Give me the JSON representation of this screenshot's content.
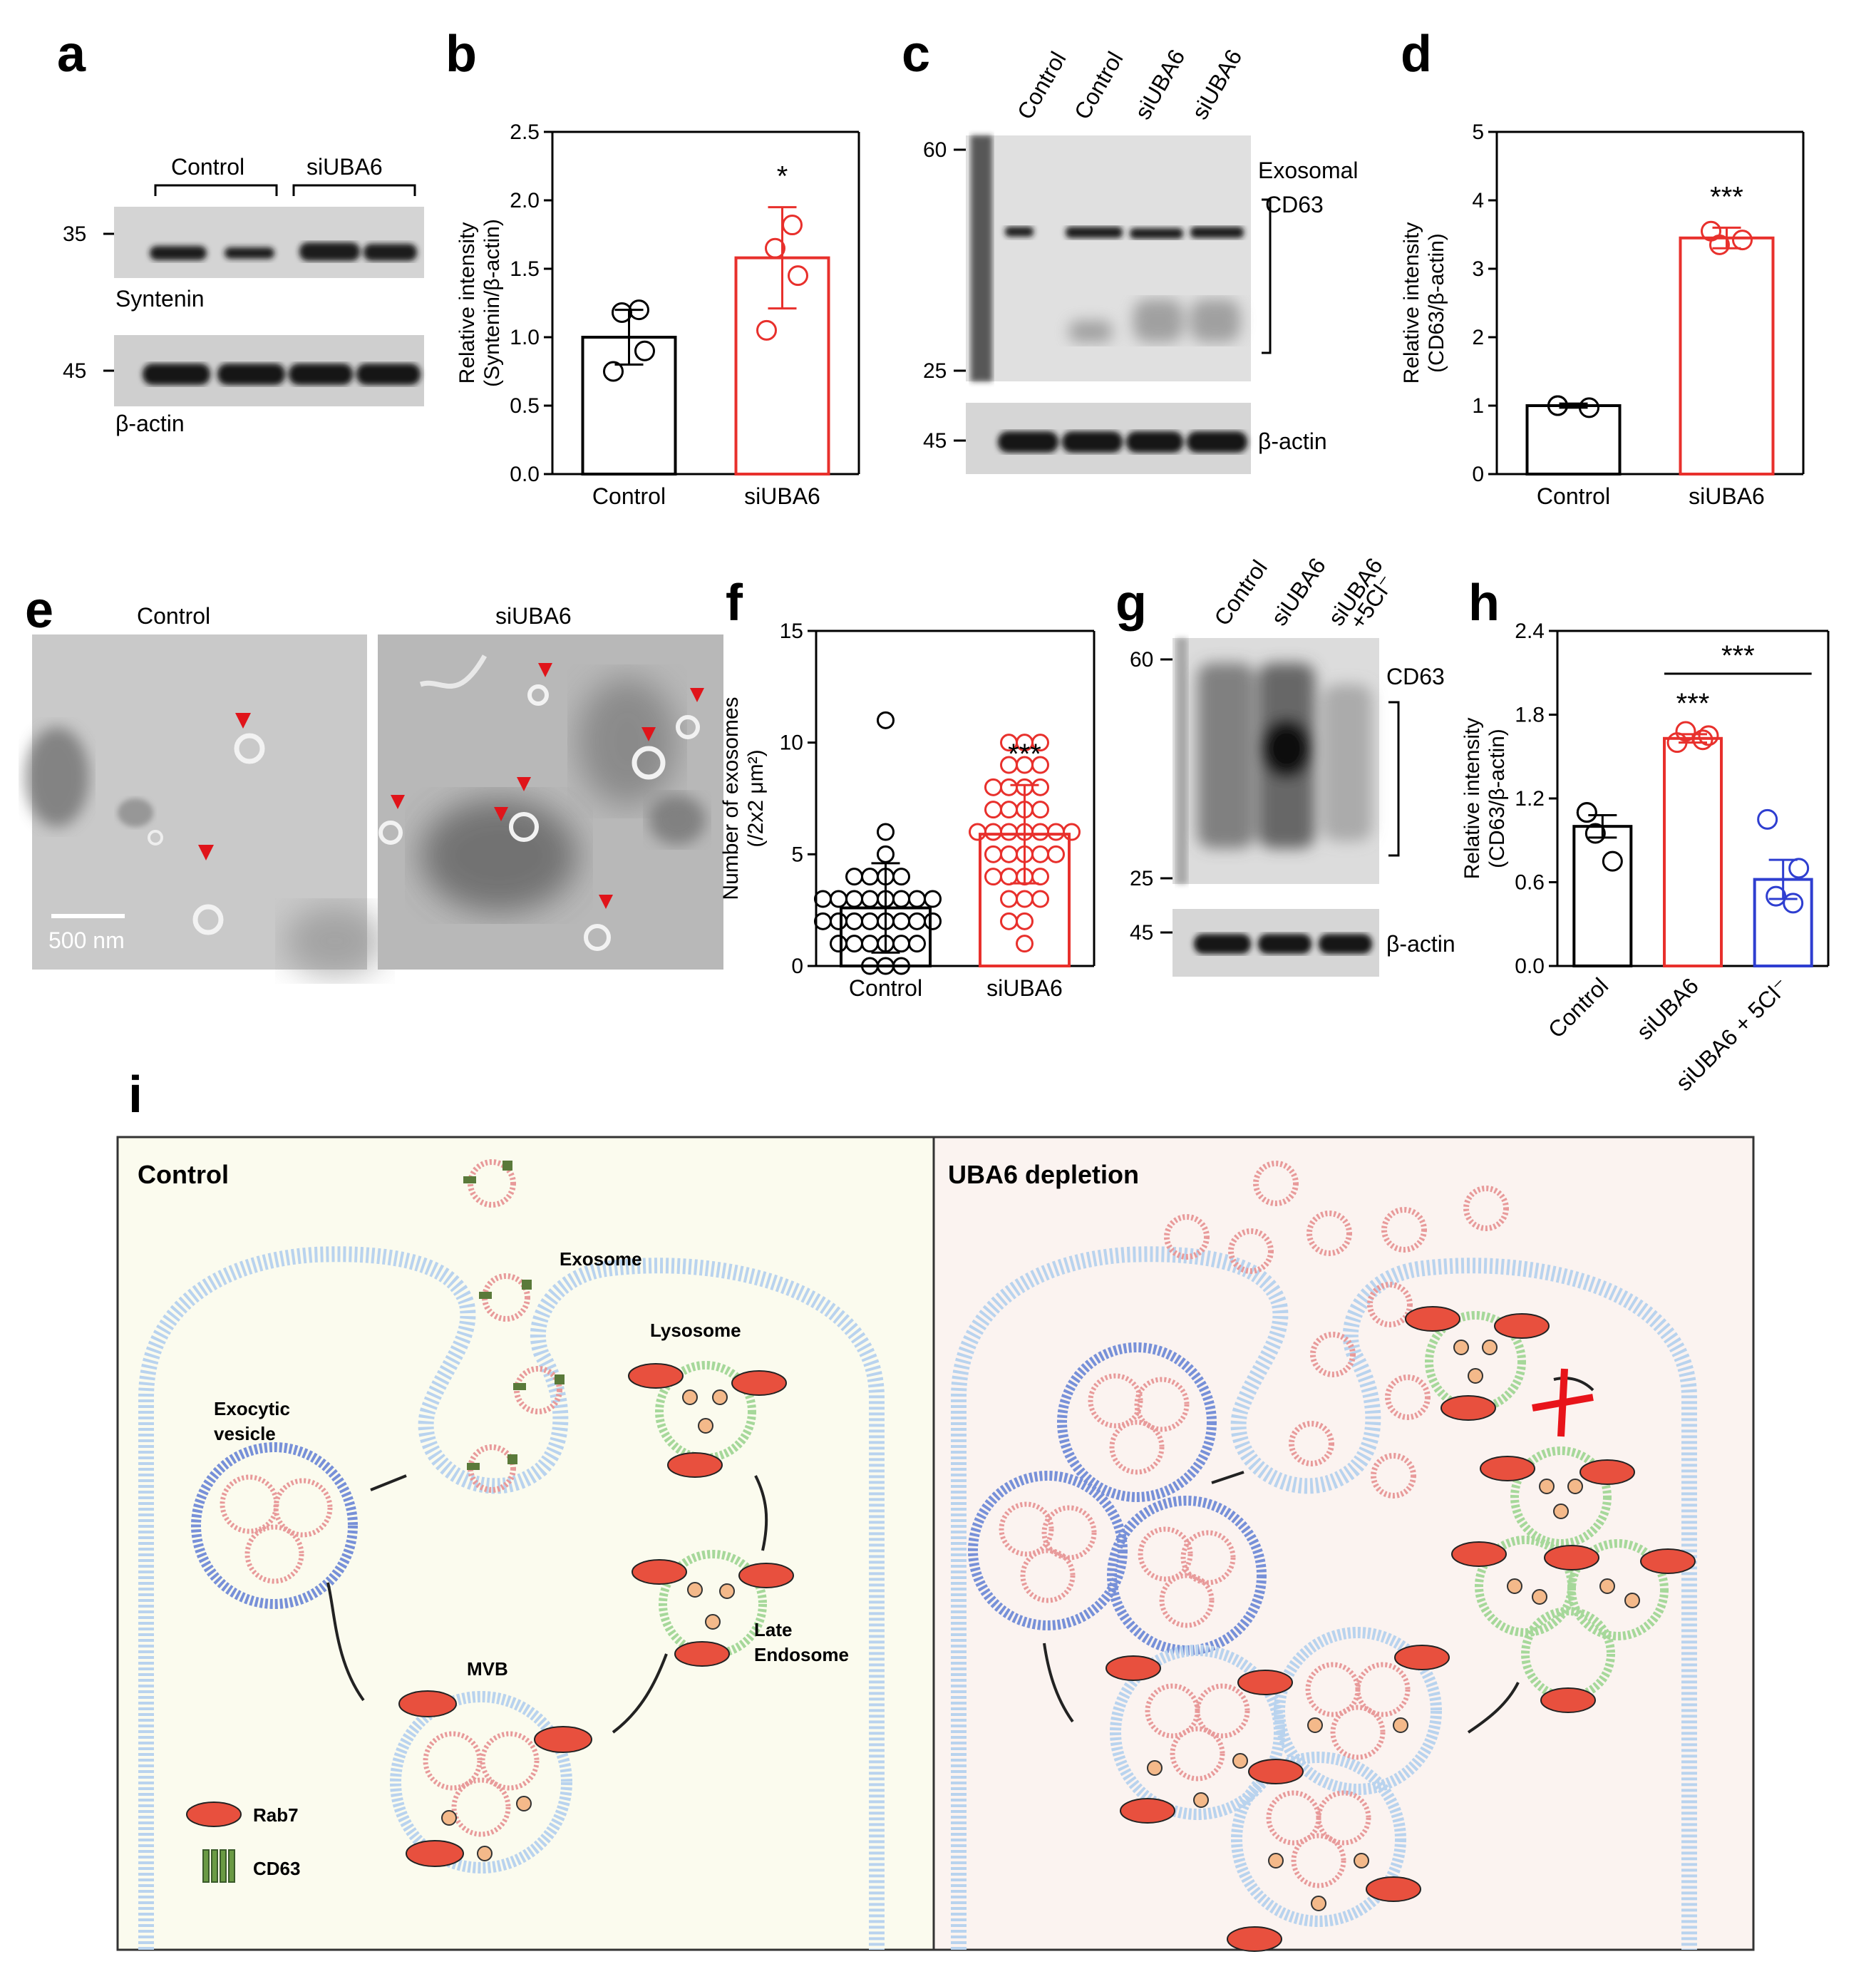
{
  "panels": {
    "a": {
      "letter": "a",
      "groups": [
        "Control",
        "siUBA6"
      ],
      "markers": [
        "35",
        "45"
      ],
      "bands": [
        "Syntenin",
        "β-actin"
      ]
    },
    "b": {
      "letter": "b",
      "significance": "*"
    },
    "c": {
      "letter": "c",
      "lanes": [
        "Control",
        "Control",
        "siUBA6",
        "siUBA6"
      ],
      "markers": [
        "60",
        "25",
        "45"
      ],
      "labels": [
        "Exosomal",
        "CD63",
        "β-actin"
      ]
    },
    "d": {
      "letter": "d",
      "significance": "***"
    },
    "e": {
      "letter": "e",
      "titles": [
        "Control",
        "siUBA6"
      ],
      "scalebar": "500 nm"
    },
    "f": {
      "letter": "f",
      "significance": "***"
    },
    "g": {
      "letter": "g",
      "lanes": [
        "Control",
        "siUBA6",
        "siUBA6",
        "+5Cl⁻"
      ],
      "markers": [
        "60",
        "25",
        "45"
      ],
      "labels": [
        "CD63",
        "β-actin"
      ]
    },
    "h": {
      "letter": "h",
      "significance": [
        "***",
        "***"
      ]
    },
    "i": {
      "letter": "i",
      "left_title": "Control",
      "right_title": "UBA6 depletion",
      "labels": {
        "exosome": "Exosome",
        "lysosome": "Lysosome",
        "exocytic1": "Exocytic",
        "exocytic2": "vesicle",
        "mvb": "MVB",
        "late1": "Late",
        "late2": "Endosome"
      },
      "legend": {
        "rab7": "Rab7",
        "cd63": "CD63"
      }
    }
  },
  "chart_data": [
    {
      "type": "bar",
      "panel": "b",
      "categories": [
        "Control",
        "siUBA6"
      ],
      "values": [
        1.0,
        1.58
      ],
      "errors": [
        0.2,
        0.37
      ],
      "points": [
        [
          0.75,
          0.9,
          1.18,
          1.2
        ],
        [
          1.05,
          1.45,
          1.65,
          1.82
        ]
      ],
      "ylabel": [
        "Relative intensity",
        "(Syntenin/β-actin)"
      ],
      "ylim": [
        0,
        2.5
      ],
      "yticks": [
        "0.0",
        "0.5",
        "1.0",
        "1.5",
        "2.0",
        "2.5"
      ],
      "colors": [
        "#000000",
        "#e8302c"
      ]
    },
    {
      "type": "bar",
      "panel": "d",
      "categories": [
        "Control",
        "siUBA6"
      ],
      "values": [
        1.0,
        3.45
      ],
      "errors": [
        0.03,
        0.15
      ],
      "points": [
        [
          1.0,
          0.97,
          1.0
        ],
        [
          3.55,
          3.42,
          3.35
        ]
      ],
      "ylabel": [
        "Relative intensity",
        "(CD63/β-actin)"
      ],
      "ylim": [
        0,
        5
      ],
      "yticks": [
        "0",
        "1",
        "2",
        "3",
        "4",
        "5"
      ],
      "colors": [
        "#000000",
        "#e8302c"
      ]
    },
    {
      "type": "bar",
      "panel": "f",
      "categories": [
        "Control",
        "siUBA6"
      ],
      "values": [
        2.6,
        5.9
      ],
      "errors": [
        2.0,
        2.2
      ],
      "points": [
        [
          0,
          0,
          0,
          1,
          1,
          1,
          1,
          1,
          1,
          2,
          2,
          2,
          2,
          2,
          2,
          2,
          2,
          3,
          3,
          3,
          3,
          3,
          3,
          3,
          3,
          4,
          4,
          4,
          4,
          5,
          6,
          11
        ],
        [
          1,
          2,
          2,
          3,
          3,
          3,
          4,
          4,
          4,
          4,
          5,
          5,
          5,
          5,
          5,
          6,
          6,
          6,
          6,
          6,
          6,
          6,
          7,
          7,
          7,
          7,
          8,
          8,
          8,
          8,
          9,
          9,
          9,
          10,
          10,
          10
        ]
      ],
      "ylabel": [
        "Number of exosomes",
        "(/2x2 μm²)"
      ],
      "ylim": [
        0,
        15
      ],
      "yticks": [
        "0",
        "5",
        "10",
        "15"
      ],
      "colors": [
        "#000000",
        "#e8302c"
      ]
    },
    {
      "type": "bar",
      "panel": "h",
      "categories": [
        "Control",
        "siUBA6",
        "siUBA6 + 5Cl⁻"
      ],
      "values": [
        1.0,
        1.63,
        0.62
      ],
      "errors": [
        0.08,
        0.03,
        0.14
      ],
      "points": [
        [
          1.1,
          1.1,
          0.95,
          0.75
        ],
        [
          1.6,
          1.65,
          1.68,
          1.62
        ],
        [
          1.05,
          0.7,
          0.5,
          0.45
        ]
      ],
      "ylabel": [
        "Relative intensity",
        "(CD63/β-actin)"
      ],
      "ylim": [
        0,
        2.4
      ],
      "yticks": [
        "0.0",
        "0.6",
        "1.2",
        "1.8",
        "2.4"
      ],
      "colors": [
        "#000000",
        "#e8302c",
        "#2e3ed0"
      ]
    }
  ]
}
